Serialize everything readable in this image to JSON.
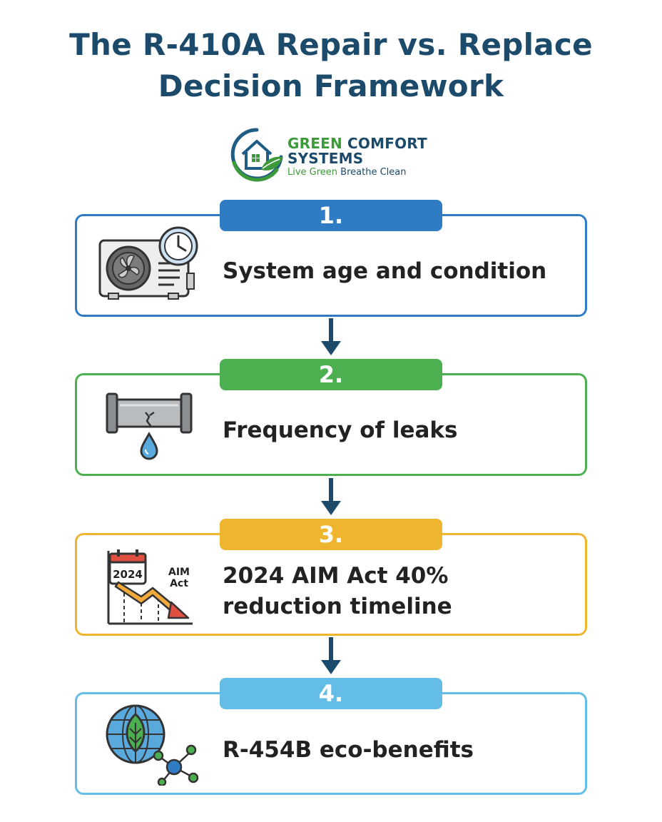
{
  "title": {
    "line1": "The R-410A Repair vs. Replace",
    "line2": "Decision Framework"
  },
  "logo": {
    "name_green": "GREEN",
    "name_rest": " COMFORT",
    "name_line2": "SYSTEMS",
    "tagline_green": "Live Green",
    "tagline_rest": " Breathe Clean"
  },
  "steps": [
    {
      "number": "1.",
      "text": "System age and condition",
      "color": "#2f7bc4",
      "icon": "ac-unit-clock-icon"
    },
    {
      "number": "2.",
      "text": "Frequency of leaks",
      "color": "#4caf50",
      "icon": "leaking-pipe-icon"
    },
    {
      "number": "3.",
      "text_line1": "2024 AIM Act 40%",
      "text_line2": "reduction timeline",
      "color": "#f0b52e",
      "icon": "calendar-decline-chart-icon",
      "icon_labels": {
        "year": "2024",
        "aim": "AIM",
        "act": "Act"
      }
    },
    {
      "number": "4.",
      "text": "R-454B eco-benefits",
      "color": "#64bde6",
      "icon": "globe-leaf-network-icon"
    }
  ]
}
